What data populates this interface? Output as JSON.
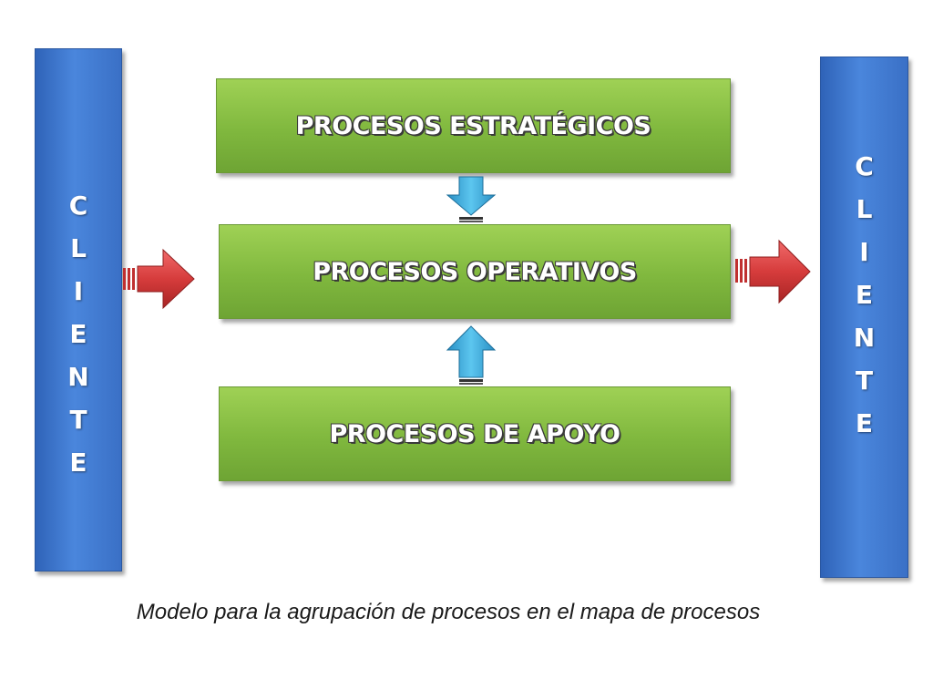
{
  "client_left": {
    "letters": [
      "C",
      "L",
      "I",
      "E",
      "N",
      "T",
      "E"
    ]
  },
  "client_right": {
    "letters": [
      "C",
      "L",
      "I",
      "E",
      "N",
      "T",
      "E"
    ]
  },
  "boxes": {
    "strategic": "PROCESOS ESTRATÉGICOS",
    "operative": "PROCESOS OPERATIVOS",
    "support": "PROCESOS DE APOYO"
  },
  "caption": "Modelo para la agrupación de procesos en el mapa de procesos",
  "colors": {
    "client_blue": "#3f78d0",
    "process_green": "#86bf45",
    "arrow_red": "#d63c3c",
    "arrow_cyan": "#3aaee0"
  },
  "icons": {
    "arrow_left": "arrow-right-icon",
    "arrow_right": "arrow-right-icon",
    "arrow_down": "arrow-down-icon",
    "arrow_up": "arrow-up-icon"
  }
}
